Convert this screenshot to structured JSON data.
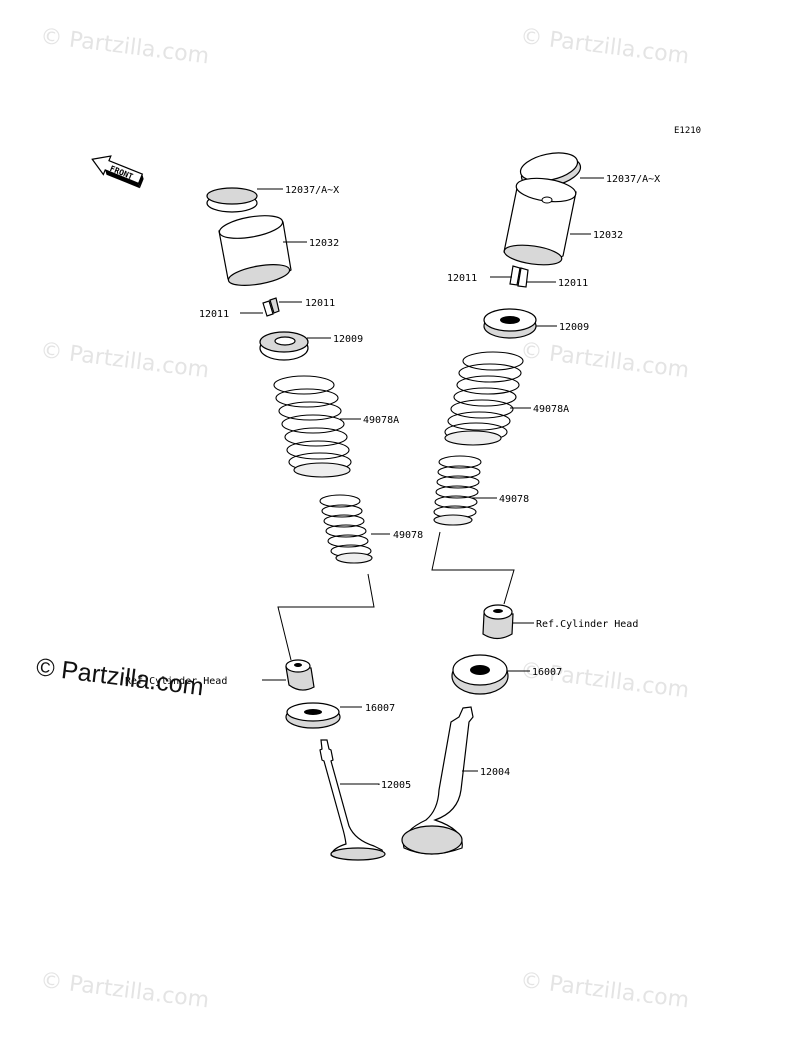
{
  "watermarks": {
    "text": "© Partzilla.com",
    "main_text": "© Partzilla.com"
  },
  "diagram_code": "E1210",
  "front_label": "FRONT",
  "left_assembly": {
    "shim_label": "12037/A~X",
    "lifter_label": "12032",
    "cotter_right_label": "12011",
    "cotter_left_label": "12011",
    "retainer_label": "12009",
    "outer_spring_label": "49078A",
    "inner_spring_label": "49078",
    "cylinder_head_ref_label": "Ref.Cylinder Head",
    "seal_label": "16007",
    "valve_label": "12005"
  },
  "right_assembly": {
    "shim_label": "12037/A~X",
    "lifter_label": "12032",
    "cotter_left_label": "12011",
    "cotter_right_label": "12011",
    "retainer_label": "12009",
    "outer_spring_label": "49078A",
    "inner_spring_label": "49078",
    "cylinder_head_ref_label": "Ref.Cylinder Head",
    "seal_label": "16007",
    "valve_label": "12004"
  },
  "colors": {
    "line": "#000000",
    "watermark": "#e4e4e4",
    "part_shade": "#d8d8d8"
  }
}
